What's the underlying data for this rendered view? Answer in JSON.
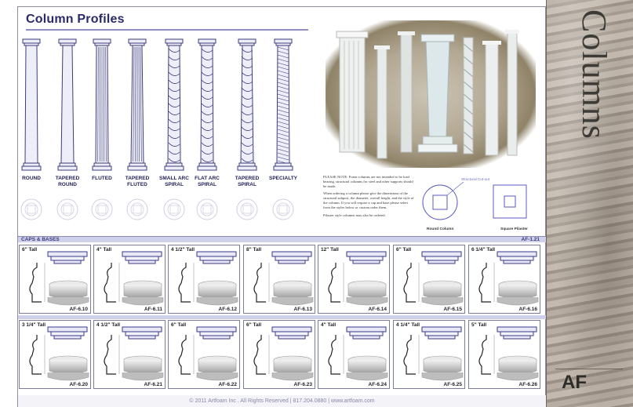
{
  "page": {
    "title": "Column Profiles",
    "side_title": "Columns",
    "side_logo": "AF"
  },
  "profiles": [
    {
      "label": [
        "ROUND"
      ],
      "kind": "round"
    },
    {
      "label": [
        "TAPERED",
        "ROUND"
      ],
      "kind": "tapered"
    },
    {
      "label": [
        "FLUTED"
      ],
      "kind": "fluted"
    },
    {
      "label": [
        "TAPERED",
        "FLUTED"
      ],
      "kind": "tfluted"
    },
    {
      "label": [
        "SMALL ARC",
        "SPIRAL"
      ],
      "kind": "spiral"
    },
    {
      "label": [
        "FLAT ARC",
        "SPIRAL"
      ],
      "kind": "spiral"
    },
    {
      "label": [
        "TAPERED",
        "SPIRAL"
      ],
      "kind": "tspiral"
    },
    {
      "label": [
        "SPECIALTY"
      ],
      "kind": "specialty"
    }
  ],
  "notes": [
    "PLEASE NOTE: Foam columns are not intended to be load bearing, structural columns for steel and other supports should be made.",
    "When ordering a column please give the dimensions of the structural subpost, the diameter, overall height, and the style of the column. If you will require a cap and base please select from the styles below or custom order them.",
    "Pilaster style columns may also be ordered."
  ],
  "diagram": {
    "round_label": "Round Column",
    "square_label": "Square Pilaster",
    "post_label": "Structural Cut-out"
  },
  "caps_section": {
    "title": "CAPS & BASES",
    "right_code": "AF-1.21"
  },
  "caps_row1": [
    {
      "height": "6\" Tall",
      "code": "AF-6.10"
    },
    {
      "height": "4\" Tall",
      "code": "AF-6.11"
    },
    {
      "height": "4 1/2\" Tall",
      "code": "AF-6.12"
    },
    {
      "height": "8\" Tall",
      "code": "AF-6.13"
    },
    {
      "height": "12\" Tall",
      "code": "AF-6.14"
    },
    {
      "height": "6\" Tall",
      "code": "AF-6.15"
    },
    {
      "height": "6 1/4\" Tall",
      "code": "AF-6.16"
    }
  ],
  "caps_row2": [
    {
      "height": "3 1/4\" Tall",
      "code": "AF-6.20"
    },
    {
      "height": "4 1/2\" Tall",
      "code": "AF-6.21"
    },
    {
      "height": "6\" Tall",
      "code": "AF-6.22"
    },
    {
      "height": "6\" Tall",
      "code": "AF-6.23"
    },
    {
      "height": "4\" Tall",
      "code": "AF-6.24"
    },
    {
      "height": "4 1/4\" Tall",
      "code": "AF-6.25"
    },
    {
      "height": "5\" Tall",
      "code": "AF-6.26"
    }
  ],
  "footer": "© 2011 Artfoam Inc . All Rights Reserved | 817.204.0880 | www.artfoam.com"
}
